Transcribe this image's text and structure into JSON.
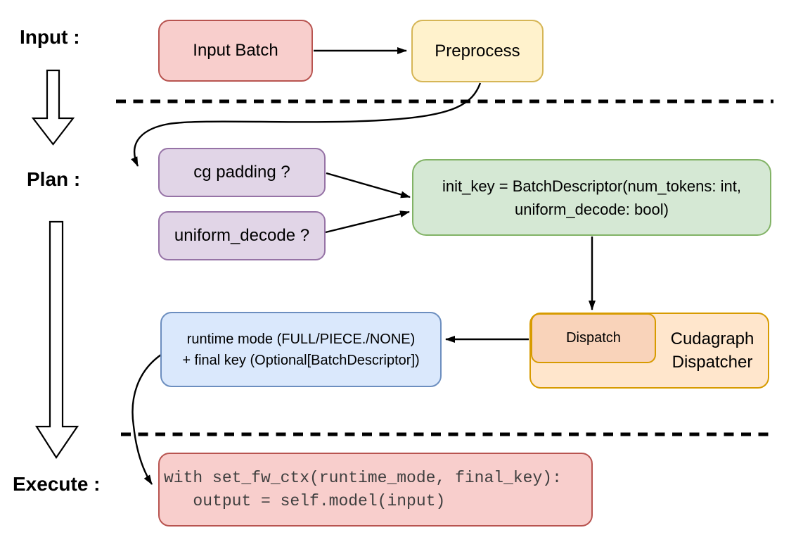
{
  "stages": {
    "input": "Input :",
    "plan": "Plan :",
    "execute": "Execute :"
  },
  "nodes": {
    "input_batch": {
      "label": "Input Batch"
    },
    "preprocess": {
      "label": "Preprocess"
    },
    "cg_padding": {
      "label": "cg padding ?"
    },
    "uniform_decode": {
      "label": "uniform_decode ?"
    },
    "init_key": {
      "line1": "init_key = BatchDescriptor(num_tokens: int,",
      "line2": "uniform_decode: bool)"
    },
    "dispatch": {
      "label": "Dispatch"
    },
    "cudagraph_dispatcher": {
      "line1": "Cudagraph",
      "line2": "Dispatcher"
    },
    "runtime_mode": {
      "line1": "runtime mode (FULL/PIECE./NONE)",
      "line2": "+ final key (Optional[BatchDescriptor])"
    },
    "execute_code": {
      "line1": "with set_fw_ctx(runtime_mode, final_key):",
      "line2": "   output = self.model(input)"
    }
  },
  "colors": {
    "red_fill": "#f8cecc",
    "red_stroke": "#b85450",
    "yellow_fill": "#fff2cc",
    "yellow_stroke": "#d6b656",
    "purple_fill": "#e1d5e7",
    "purple_stroke": "#9673a6",
    "green_fill": "#d5e8d4",
    "green_stroke": "#82b366",
    "blue_fill": "#dae8fc",
    "blue_stroke": "#6c8ebf",
    "orange_fill": "#ffe6cc",
    "orange_stroke": "#d79b00",
    "dispatch_fill": "#f9d3ba",
    "arrow": "#000000",
    "code_text": "#3f3f3f"
  }
}
